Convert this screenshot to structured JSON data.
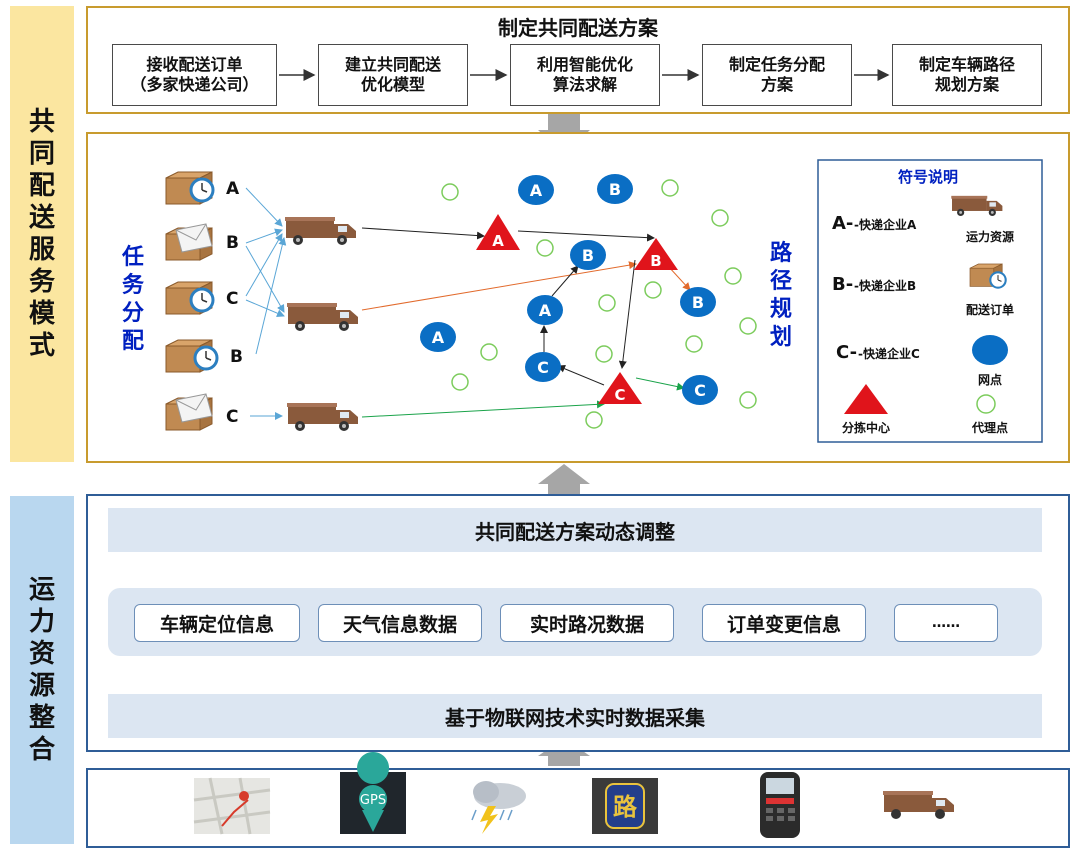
{
  "left_labels": {
    "top": "共\n同\n配\n送\n服\n务\n模\n式",
    "bottom": "运\n力\n资\n源\n整\n合"
  },
  "plan": {
    "title": "制定共同配送方案",
    "steps": [
      "接收配送订单\n（多家快递公司）",
      "建立共同配送\n优化模型",
      "利用智能优化\n算法求解",
      "制定任务分配\n方案",
      "制定车辆路径\n规划方案"
    ]
  },
  "middle": {
    "task_label": "任\n务\n分\n配",
    "route_label": "路\n径\n规\n划",
    "order_letters": [
      "A",
      "B",
      "C",
      "B",
      "C"
    ],
    "node_letter_A": "A",
    "node_letter_B": "B",
    "node_letter_C": "C",
    "legend": {
      "title": "符号说明",
      "enterprise_a": "A-",
      "enterprise_a_text": "-快递企业A",
      "enterprise_b": "B-",
      "enterprise_b_text": "-快递企业B",
      "enterprise_c": "C-",
      "enterprise_c_text": "-快递企业C",
      "capacity": "运力资源",
      "order": "配送订单",
      "site": "网点",
      "sorting": "分拣中心",
      "agent": "代理点"
    }
  },
  "integration": {
    "adjust": "共同配送方案动态调整",
    "chips": [
      "车辆定位信息",
      "天气信息数据",
      "实时路况数据",
      "订单变更信息",
      "……"
    ],
    "collect": "基于物联网技术实时数据采集"
  },
  "devices": {
    "gps_label": "GPS",
    "road_label": "路"
  },
  "colors": {
    "gold": "#c89b2e",
    "navy": "#2f5d97",
    "node_blue": "#0a6ec4",
    "triangle_red": "#e0141b",
    "agent_green": "#7ccc5c",
    "sidebar_top": "#fbe6a0",
    "sidebar_bottom": "#b9d7ef"
  }
}
